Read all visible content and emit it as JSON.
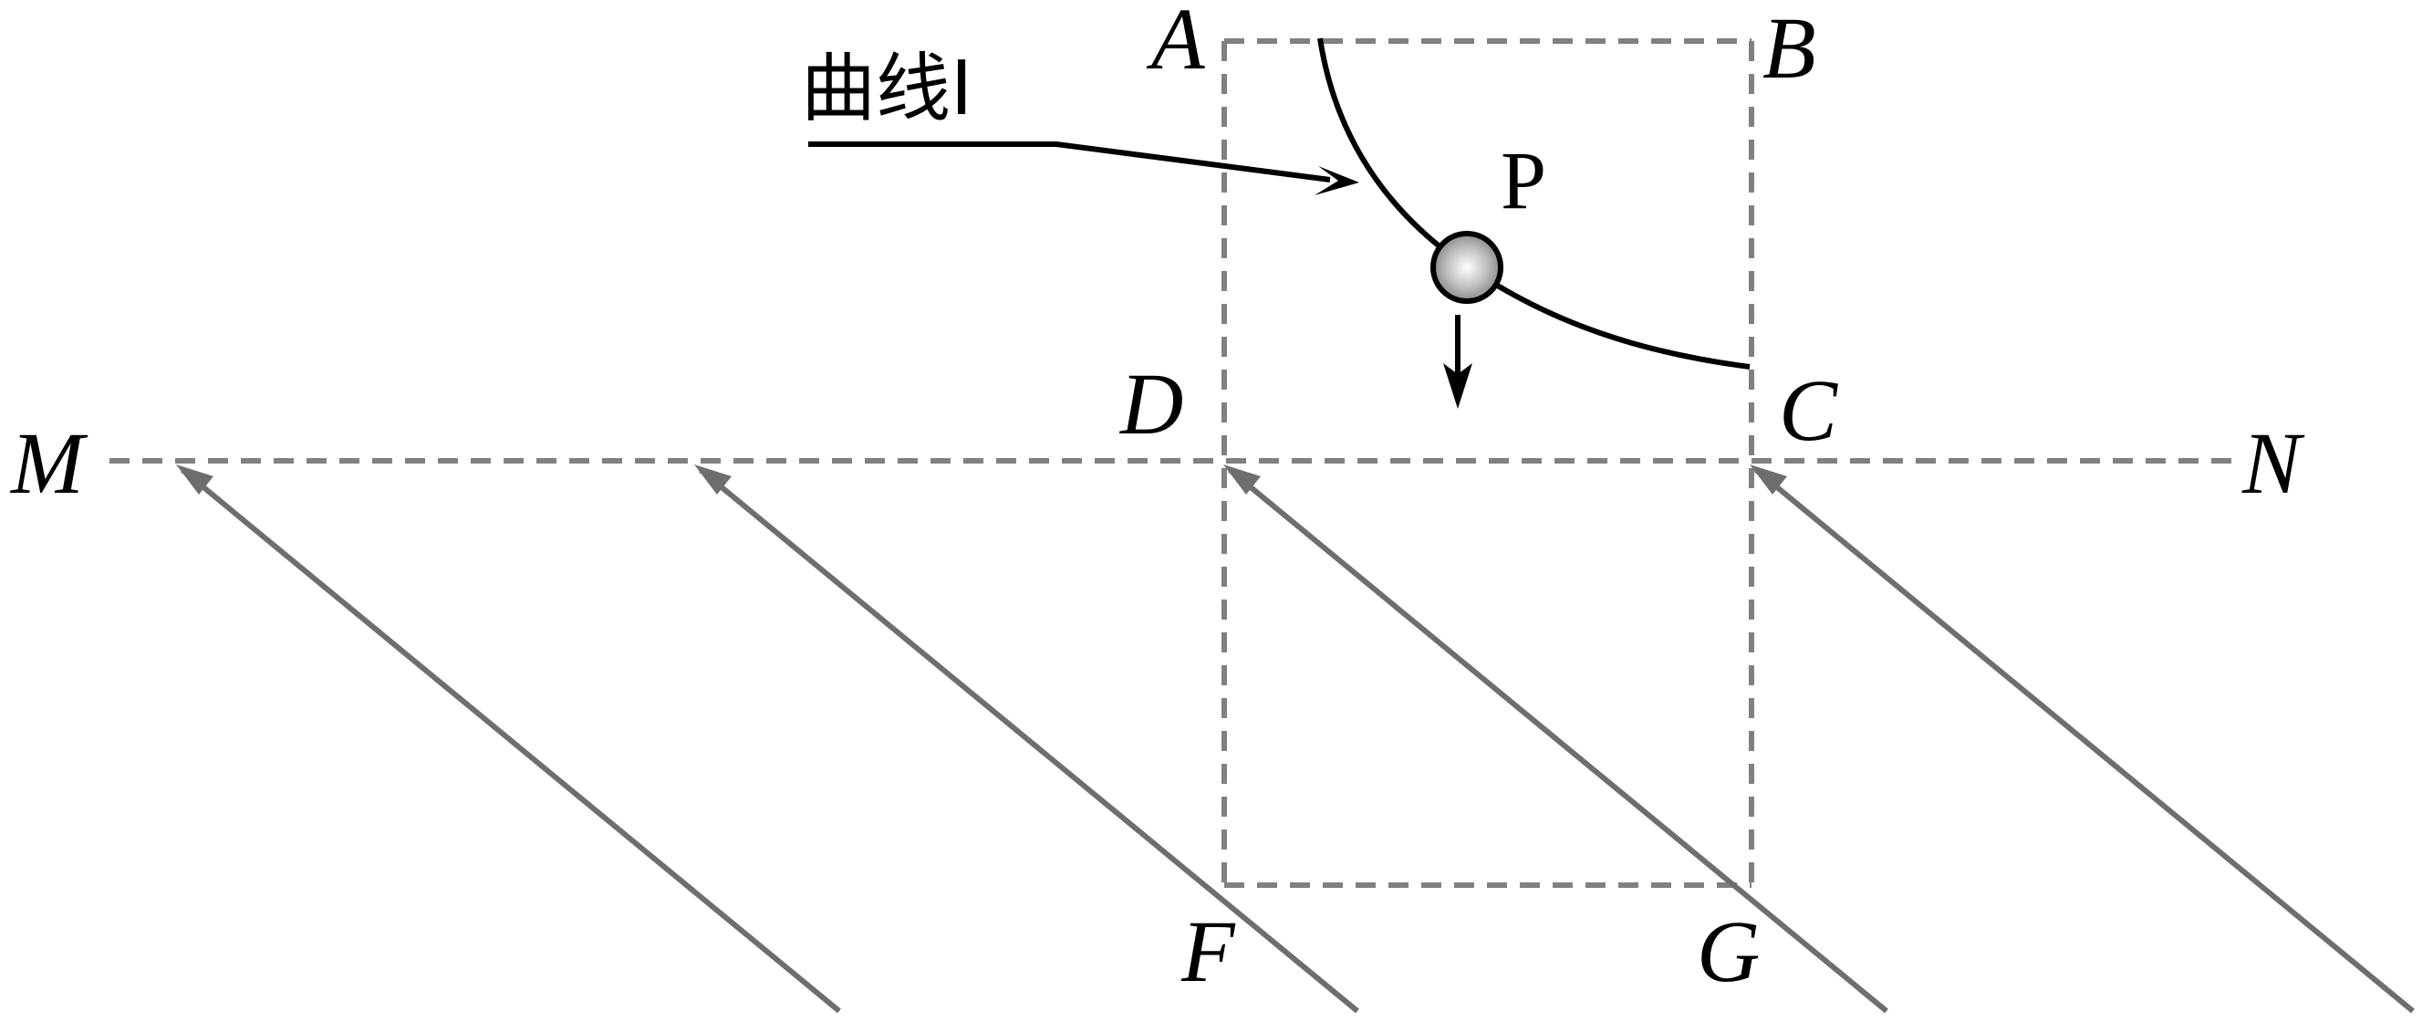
{
  "labels": {
    "A": "A",
    "B": "B",
    "C": "C",
    "D": "D",
    "F": "F",
    "G": "G",
    "M": "M",
    "N": "N",
    "P": "P",
    "curve": "曲线I"
  },
  "colors": {
    "dash": "#808080",
    "field_line": "#6e6e6e",
    "ink": "#000000",
    "ball_highlight": "#ffffff",
    "ball_shade": "#7f7f7f"
  },
  "icons": {
    "field_arrow": "arrowhead-up-left",
    "velocity_arrow": "arrow-down",
    "pointer_arrow": "arrow-right"
  }
}
